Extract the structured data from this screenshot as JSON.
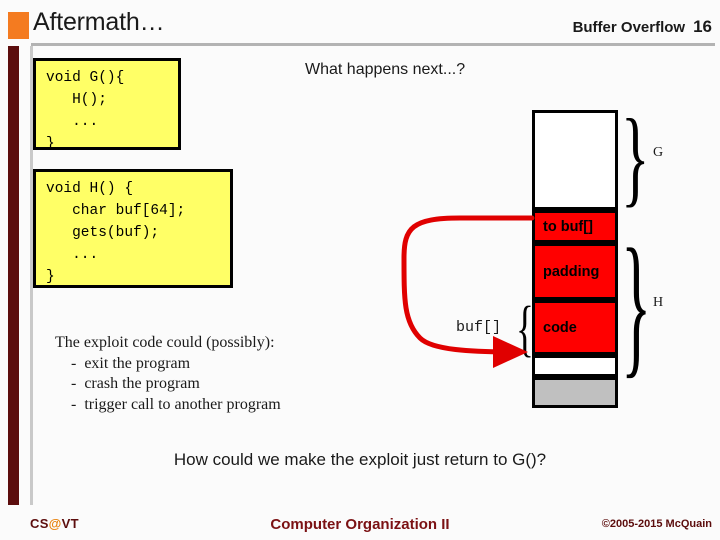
{
  "header": {
    "title": "Aftermath…",
    "topic": "Buffer Overflow",
    "page_number": "16",
    "accent_square_color": "#F47B20"
  },
  "code_blocks": [
    {
      "name": "function-g",
      "text": "void G(){\n   H();\n   ...\n}"
    },
    {
      "name": "function-h",
      "text": "void H() {\n   char buf[64];\n   gets(buf);\n   ...\n}"
    }
  ],
  "prompts": {
    "what_next": "What happens next...?",
    "exploit_intro": "The exploit code could (possibly):",
    "exploit_items": [
      "-  exit the program",
      "-  crash the program",
      "-  trigger call to another program"
    ],
    "exploit_block": "The exploit code could (possibly):\n    -  exit the program\n    -  crash the program\n    -  trigger call to another program",
    "bottom_question": "How could we make the exploit just return to G()?"
  },
  "stack": {
    "cells": [
      {
        "id": "g-frame",
        "label": "",
        "color": "#FFFFFF"
      },
      {
        "id": "to-buf",
        "label": "to buf[]",
        "color": "#FF0000"
      },
      {
        "id": "padding",
        "label": "padding",
        "color": "#FF0000"
      },
      {
        "id": "code",
        "label": "code",
        "color": "#FF0000"
      },
      {
        "id": "rest",
        "label": "",
        "color": "#FFFFFF"
      },
      {
        "id": "unused",
        "label": "",
        "color": "#C0C0C0"
      }
    ],
    "brace_labels": {
      "frame_g": "G",
      "frame_h": "H",
      "buffer": "buf[]"
    },
    "brace_glyph": "}",
    "brace_glyph_left": "{",
    "arrow_color": "#E00000"
  },
  "footer": {
    "logo_prefix": "CS",
    "logo_at": "@",
    "logo_suffix": "VT",
    "center": "Computer Organization II",
    "copyright": "©2005-2015 McQuain"
  }
}
